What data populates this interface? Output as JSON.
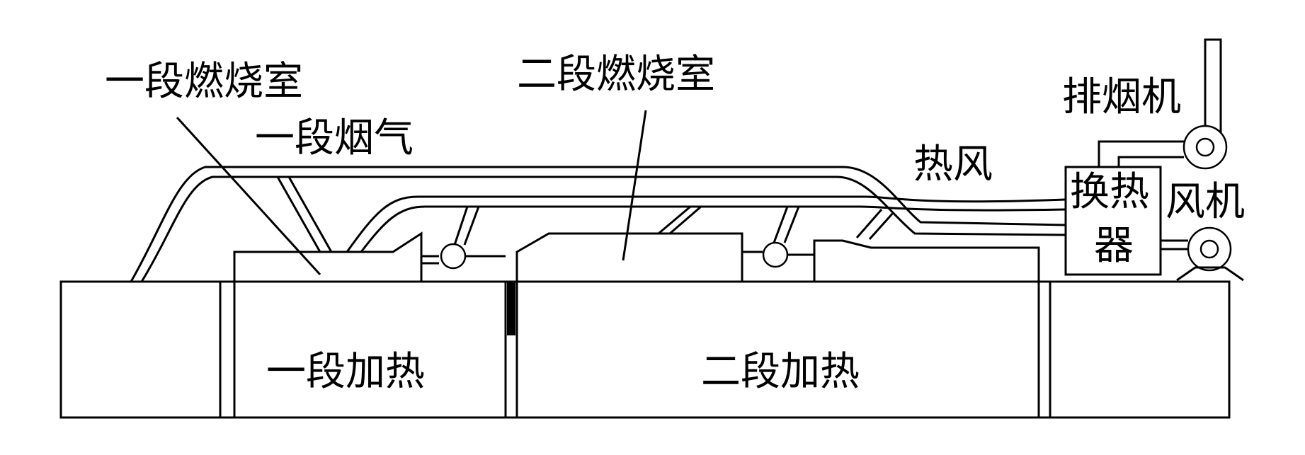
{
  "labels": {
    "stage1_combustion_chamber": "一段燃烧室",
    "stage2_combustion_chamber": "二段燃烧室",
    "stage1_flue_gas": "一段烟气",
    "hot_air": "热风",
    "exhaust_fan": "排烟机",
    "heat_exchanger": [
      "换热",
      "器"
    ],
    "blower": "风机",
    "stage1_heating": "一段加热",
    "stage2_heating": "二段加热"
  },
  "colors": {
    "stroke": "#000000",
    "background": "#ffffff"
  }
}
